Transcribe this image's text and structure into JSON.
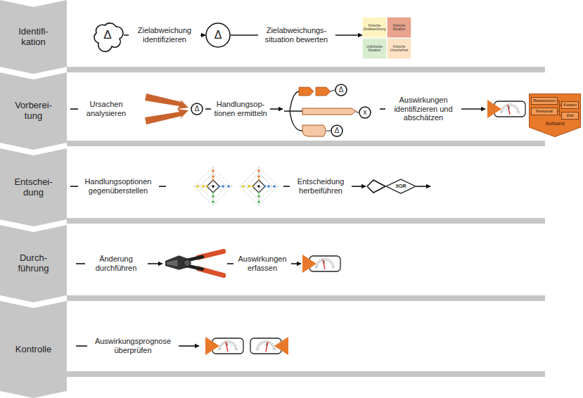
{
  "diagram": {
    "nodes": [
      {
        "text": [
          "Identifi- kation"
        ]
      },
      {
        "text": [
          "Δ"
        ]
      },
      {
        "text": [
          "Δ"
        ]
      },
      {
        "text": []
      },
      {
        "text": [
          "Kritische Zielabweichung"
        ],
        "in": 3
      },
      {
        "text": [
          "Kritische Situation"
        ],
        "in": 3
      },
      {
        "text": [
          "Unkritische Situation"
        ],
        "in": 3
      },
      {
        "text": [
          "Kritische Unsicherheit"
        ],
        "in": 3
      },
      {
        "text": [
          "Vorberei- tung"
        ]
      },
      {
        "text": [
          "Δ"
        ]
      },
      {
        "text": [
          "Δ"
        ]
      },
      {
        "text": [
          "x"
        ]
      },
      {
        "text": [
          "Δ"
        ]
      },
      {
        "text": [
          "Aufwand"
        ]
      },
      {
        "text": [
          "Ressourcen"
        ],
        "in": 13
      },
      {
        "text": [
          "Kosten"
        ],
        "in": 13
      },
      {
        "text": [
          "Personal"
        ],
        "in": 13
      },
      {
        "text": [
          "Zeit"
        ],
        "in": 13
      },
      {
        "text": [
          "Entschei- dung"
        ]
      },
      {
        "text": [
          "XOR"
        ]
      },
      {
        "text": [
          "Durch- führung"
        ]
      },
      {
        "text": [
          "Kontrolle"
        ]
      }
    ],
    "edges": [
      {
        "from": 1,
        "to": 2,
        "arrow": "to",
        "label": "Zielabweichung identifizieren"
      },
      {
        "from": 2,
        "to": 3,
        "arrow": "to",
        "label": "Zielabweichungs- situation bewerten"
      }
    ],
    "labels": [
      "Ursachen analysieren",
      "Handlungsop- tionen ermitteln",
      "Auswirkungen identifizieren und abschätzen",
      "Handlungsoptionen gegenüberstellen",
      "Entscheidung herbeiführen",
      "Änderung durchführen",
      "Auswirkungen erfassen",
      "Auswirkungsprognose überprüfen"
    ]
  }
}
